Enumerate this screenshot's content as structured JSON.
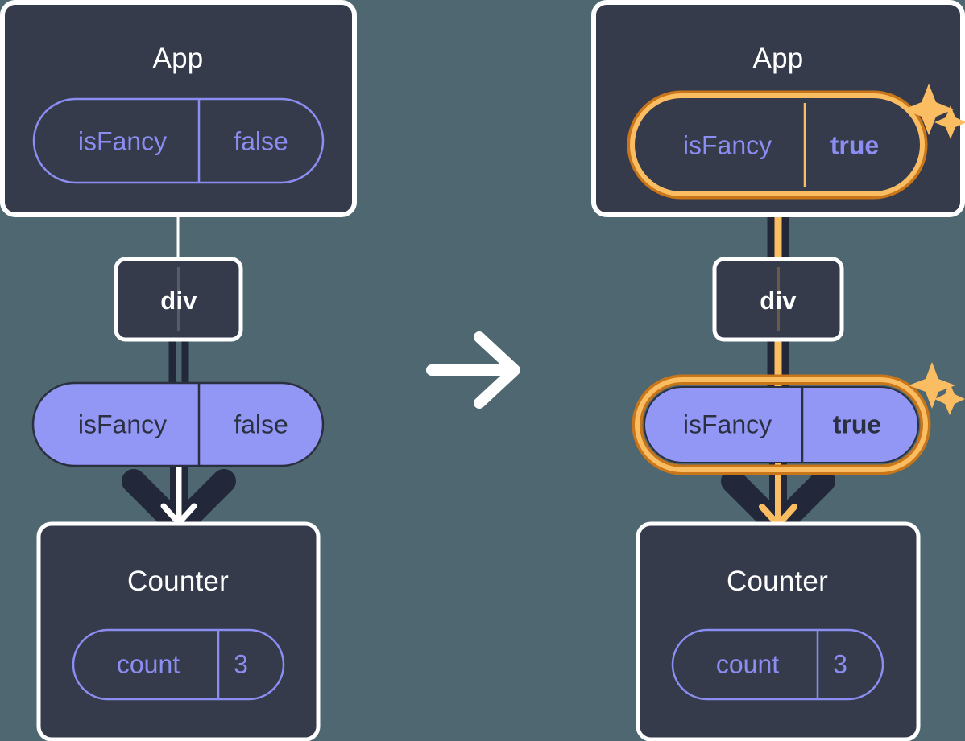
{
  "diagram": {
    "title": "React state update propagation diagram",
    "colors": {
      "background": "#4e6770",
      "panel": "#353b4b",
      "panel_border": "#ffffff",
      "pill_outline": "#8b8df2",
      "pill_solid_fill": "#9296f5",
      "pill_solid_text": "#2b3040",
      "connector_dark": "#22273a",
      "connector_light": "#ffffff",
      "highlight_outer": "#c9761a",
      "highlight_inner": "#fbbd62",
      "sparkle": "#fbbd62",
      "arrow_dark": "#22273a"
    },
    "transition_arrow": "arrow-right-icon"
  },
  "before": {
    "app_box": {
      "title": "App",
      "pill": {
        "key": "isFancy",
        "value": "false",
        "highlighted": false,
        "style": "outline"
      }
    },
    "div_box": {
      "label": "div"
    },
    "prop_pill": {
      "key": "isFancy",
      "value": "false",
      "highlighted": false,
      "style": "solid"
    },
    "counter_box": {
      "title": "Counter",
      "pill": {
        "key": "count",
        "value": "3",
        "highlighted": false,
        "style": "outline"
      }
    }
  },
  "after": {
    "app_box": {
      "title": "App",
      "pill": {
        "key": "isFancy",
        "value": "true",
        "highlighted": true,
        "style": "outline"
      }
    },
    "div_box": {
      "label": "div"
    },
    "prop_pill": {
      "key": "isFancy",
      "value": "true",
      "highlighted": true,
      "style": "solid"
    },
    "counter_box": {
      "title": "Counter",
      "pill": {
        "key": "count",
        "value": "3",
        "highlighted": false,
        "style": "outline"
      }
    },
    "sparkles": [
      "sparkle-large",
      "sparkle-small"
    ]
  }
}
